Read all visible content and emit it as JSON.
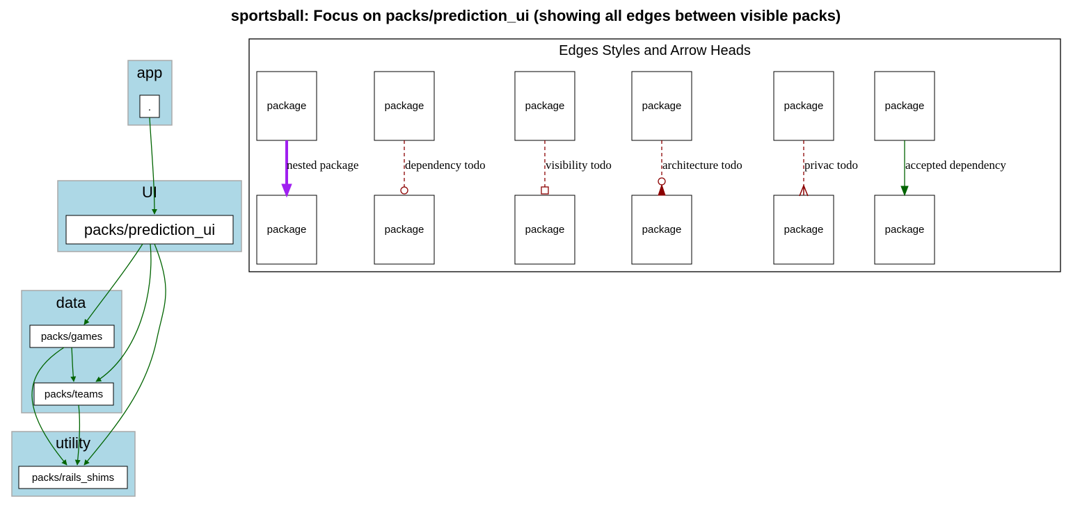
{
  "title": "sportsball: Focus on packs/prediction_ui (showing all edges between visible packs)",
  "clusters": {
    "app": {
      "label": "app",
      "nodes": [
        "."
      ]
    },
    "ui": {
      "label": "UI",
      "nodes": [
        "packs/prediction_ui"
      ]
    },
    "data": {
      "label": "data",
      "nodes": [
        "packs/games",
        "packs/teams"
      ]
    },
    "utility": {
      "label": "utility",
      "nodes": [
        "packs/rails_shims"
      ]
    }
  },
  "legend": {
    "title": "Edges Styles and Arrow Heads",
    "node_label": "package",
    "edges": [
      {
        "label": "nested package",
        "style": "bold",
        "color": "#a020f0",
        "head": "normal"
      },
      {
        "label": "dependency todo",
        "style": "dashed",
        "color": "#8b0000",
        "head": "odot"
      },
      {
        "label": "visibility todo",
        "style": "dashed",
        "color": "#8b0000",
        "head": "obox"
      },
      {
        "label": "architecture todo",
        "style": "dashed",
        "color": "#8b0000",
        "head": "invodot"
      },
      {
        "label": "privac todo",
        "style": "dashed",
        "color": "#8b0000",
        "head": "crow"
      },
      {
        "label": "accepted dependency",
        "style": "solid",
        "color": "#006400",
        "head": "normal"
      }
    ]
  },
  "colors": {
    "cluster_fill": "#add8e6",
    "cluster_border": "#a9a9a9",
    "dependency_edge": "#006400",
    "nested_edge": "#a020f0",
    "todo_edge": "#8b0000"
  }
}
